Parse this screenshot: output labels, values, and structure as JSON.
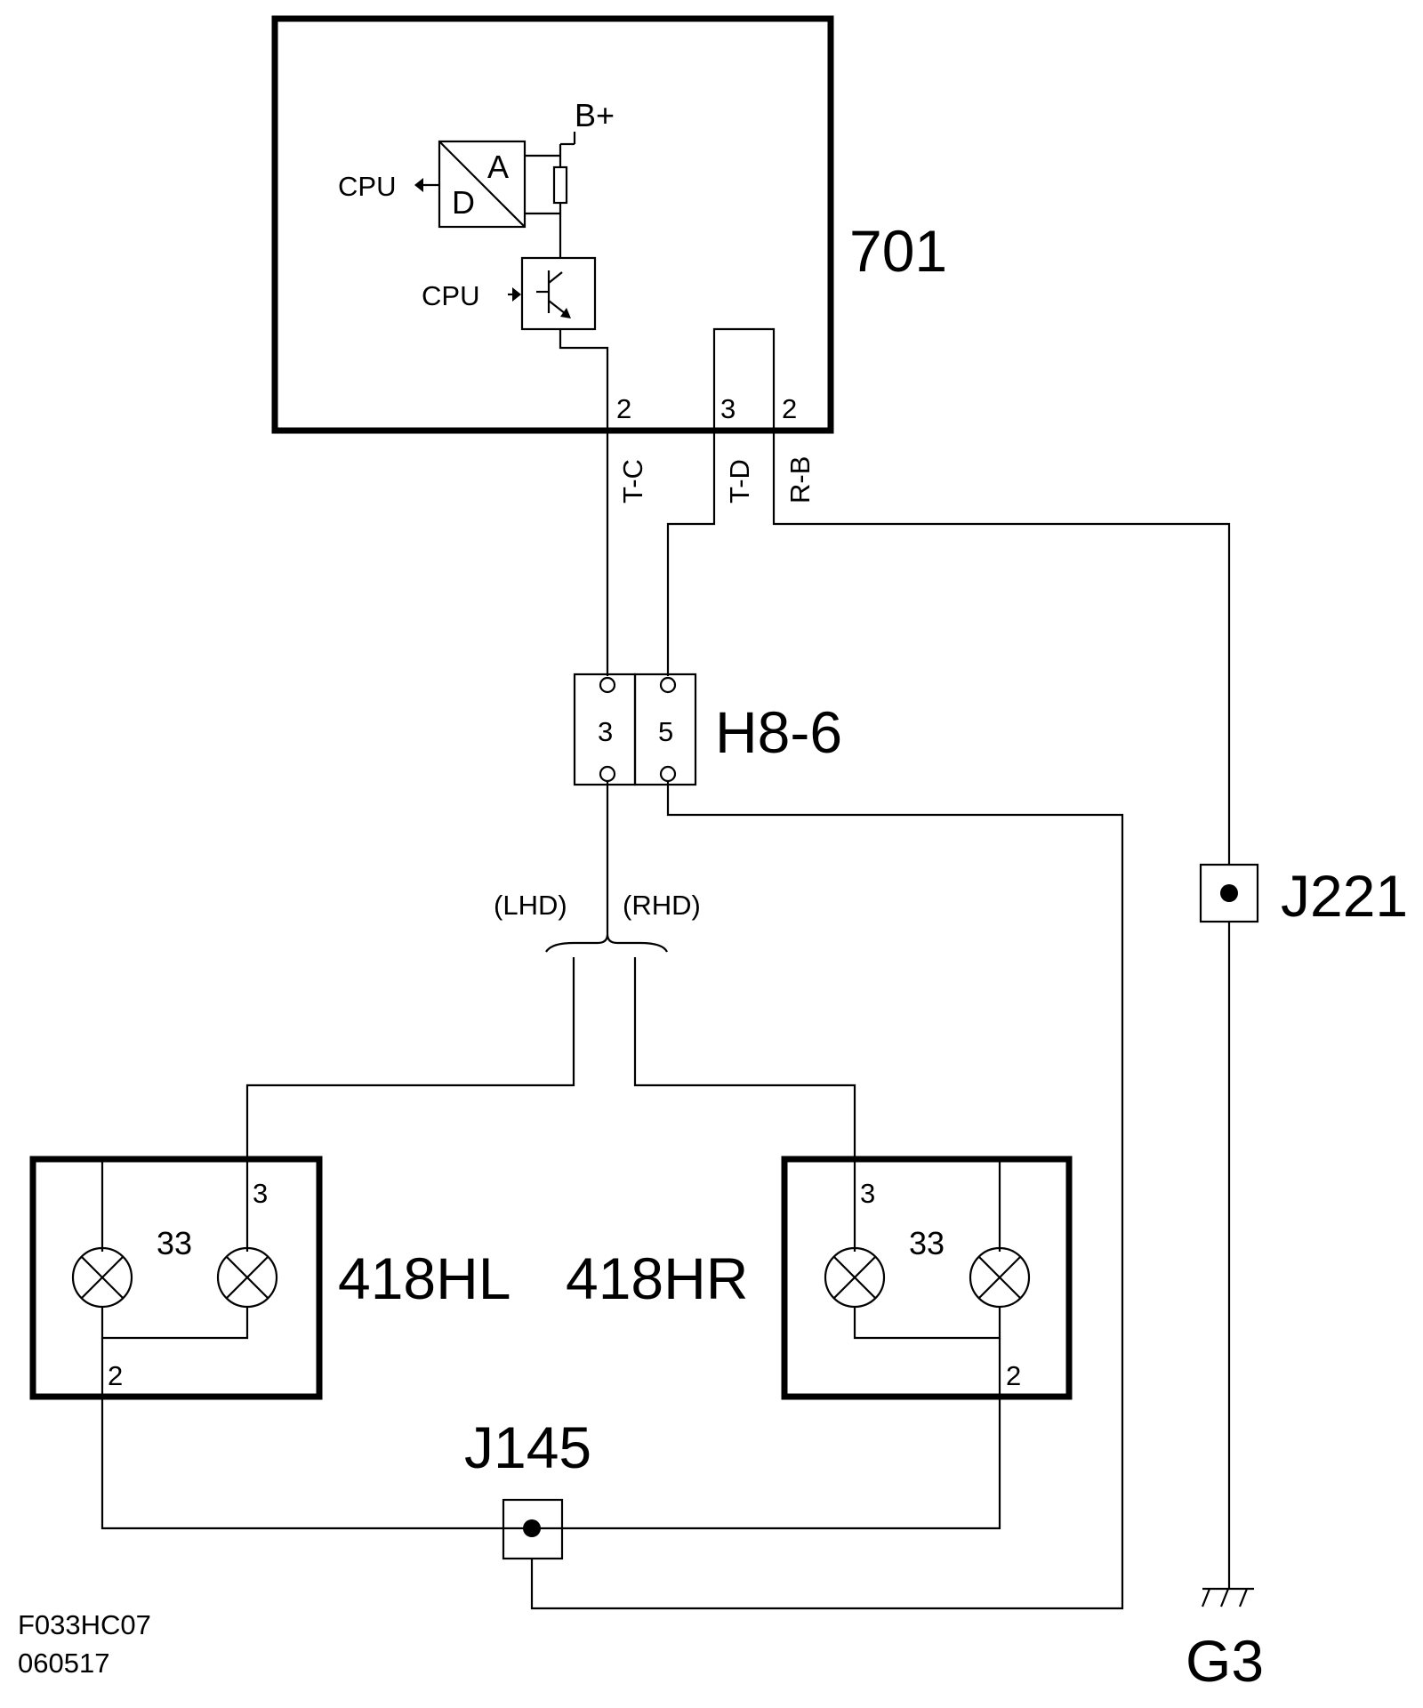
{
  "components": {
    "ecu": {
      "label": "701",
      "supply": "B+",
      "cpu_in": "CPU",
      "cpu_out": "CPU",
      "adc_a": "A",
      "adc_d": "D",
      "pin_tc": "2",
      "pin_td": "3",
      "pin_rb": "2"
    },
    "wires": {
      "tc": "T-C",
      "td": "T-D",
      "rb": "R-B"
    },
    "connector": {
      "label": "H8-6",
      "pin_left": "3",
      "pin_right": "5"
    },
    "variants": {
      "lhd": "(LHD)",
      "rhd": "(RHD)"
    },
    "lamp_left": {
      "label": "418HL",
      "code": "33",
      "pin_top": "3",
      "pin_bottom": "2"
    },
    "lamp_right": {
      "label": "418HR",
      "code": "33",
      "pin_top": "3",
      "pin_bottom": "2"
    },
    "joint_145": {
      "label": "J145"
    },
    "joint_221": {
      "label": "J221"
    },
    "ground": {
      "label": "G3"
    }
  },
  "footer": {
    "line1": "F033HC07",
    "line2": "060517"
  }
}
